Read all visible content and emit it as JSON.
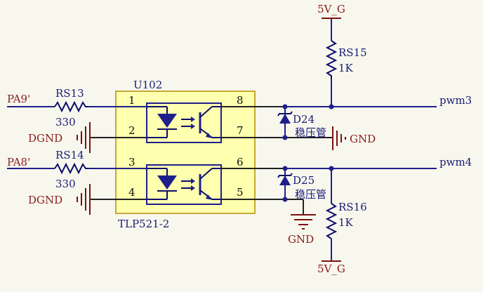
{
  "labels": {
    "vcc_top": "5V_G",
    "vcc_bottom": "5V_G",
    "rs15_ref": "RS15",
    "rs15_val": "1K",
    "rs16_ref": "RS16",
    "rs16_val": "1K",
    "pa9": "PA9'",
    "pa8": "PA8'",
    "rs13_ref": "RS13",
    "rs13_val": "330",
    "rs14_ref": "RS14",
    "rs14_val": "330",
    "dgnd1": "DGND",
    "dgnd2": "DGND",
    "u102": "U102",
    "tlp": "TLP521-2",
    "d24": "D24",
    "d24_desc": "稳压管",
    "d25": "D25",
    "d25_desc": "稳压管",
    "gnd1": "GND",
    "gnd2": "GND",
    "pwm3": "pwm3",
    "pwm4": "pwm4"
  },
  "pins": {
    "p1": "1",
    "p2": "2",
    "p3": "3",
    "p4": "4",
    "p5": "5",
    "p6": "6",
    "p7": "7",
    "p8": "8"
  },
  "colors": {
    "background": "#f7f7ed",
    "ic_body": "#ffffb0",
    "wire": "#1f1f8c",
    "ground": "#7a1111",
    "label_blue": "#1b1b7a",
    "label_red": "#8a1b1b"
  }
}
